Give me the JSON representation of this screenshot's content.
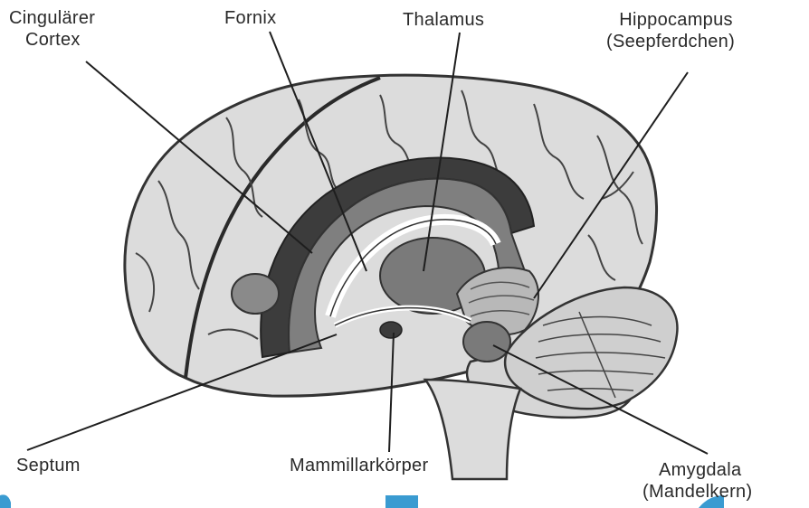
{
  "labels": {
    "cingulate_1": "Cingulärer",
    "cingulate_2": "Cortex",
    "fornix": "Fornix",
    "thalamus": "Thalamus",
    "hippocampus_1": "Hippocampus",
    "hippocampus_2": "(Seepferdchen)",
    "septum": "Septum",
    "mammillary": "Mammillarkörper",
    "amygdala_1": "Amygdala",
    "amygdala_2": "(Mandelkern)"
  },
  "colors": {
    "cortex_fill": "#dcdcdc",
    "limbic_fill": "#7f7f7f",
    "dark_band": "#3c3c3c",
    "outline": "#333333",
    "accent_blue": "#3a9bd1"
  }
}
